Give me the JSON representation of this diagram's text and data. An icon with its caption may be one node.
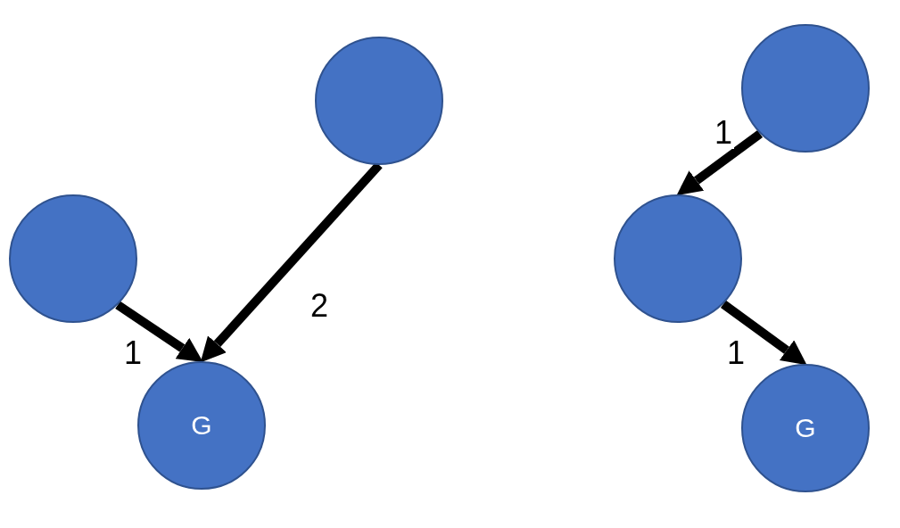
{
  "diagram": {
    "nodes": [
      {
        "text": [],
        "shape": "circle"
      },
      {
        "text": [],
        "shape": "circle"
      },
      {
        "text": [
          "G"
        ]
      },
      {
        "text": [],
        "shape": "circle"
      },
      {
        "text": [],
        "shape": "circle"
      },
      {
        "text": [
          "G"
        ]
      }
    ],
    "edges": [
      {
        "from": 0,
        "to": 2,
        "arrow": "to",
        "label": "1"
      },
      {
        "from": 1,
        "to": 2,
        "arrow": "to",
        "label": "2"
      },
      {
        "from": 3,
        "to": 4,
        "arrow": "to",
        "label": "1"
      },
      {
        "from": 4,
        "to": 5,
        "arrow": "to",
        "label": "1"
      }
    ]
  }
}
